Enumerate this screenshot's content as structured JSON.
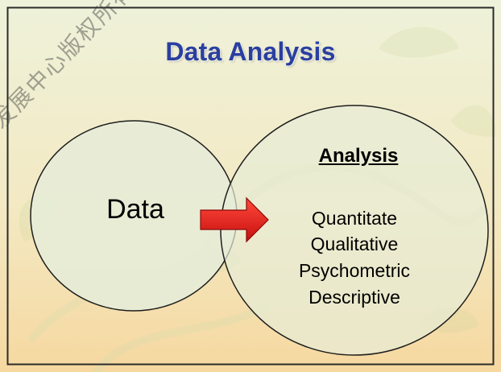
{
  "title": "Data Analysis",
  "left_circle": {
    "label": "Data"
  },
  "right_circle": {
    "heading": "Analysis",
    "items": [
      "Quantitate",
      "Qualitative",
      "Psychometric",
      "Descriptive"
    ]
  },
  "watermark": "发展中心版权所有",
  "colors": {
    "title": "#2a3fa0",
    "arrow": "#e21b1b",
    "circle_fill": "#e7ecd7",
    "background_top": "#eef2da",
    "background_bottom": "#f6dba4"
  }
}
